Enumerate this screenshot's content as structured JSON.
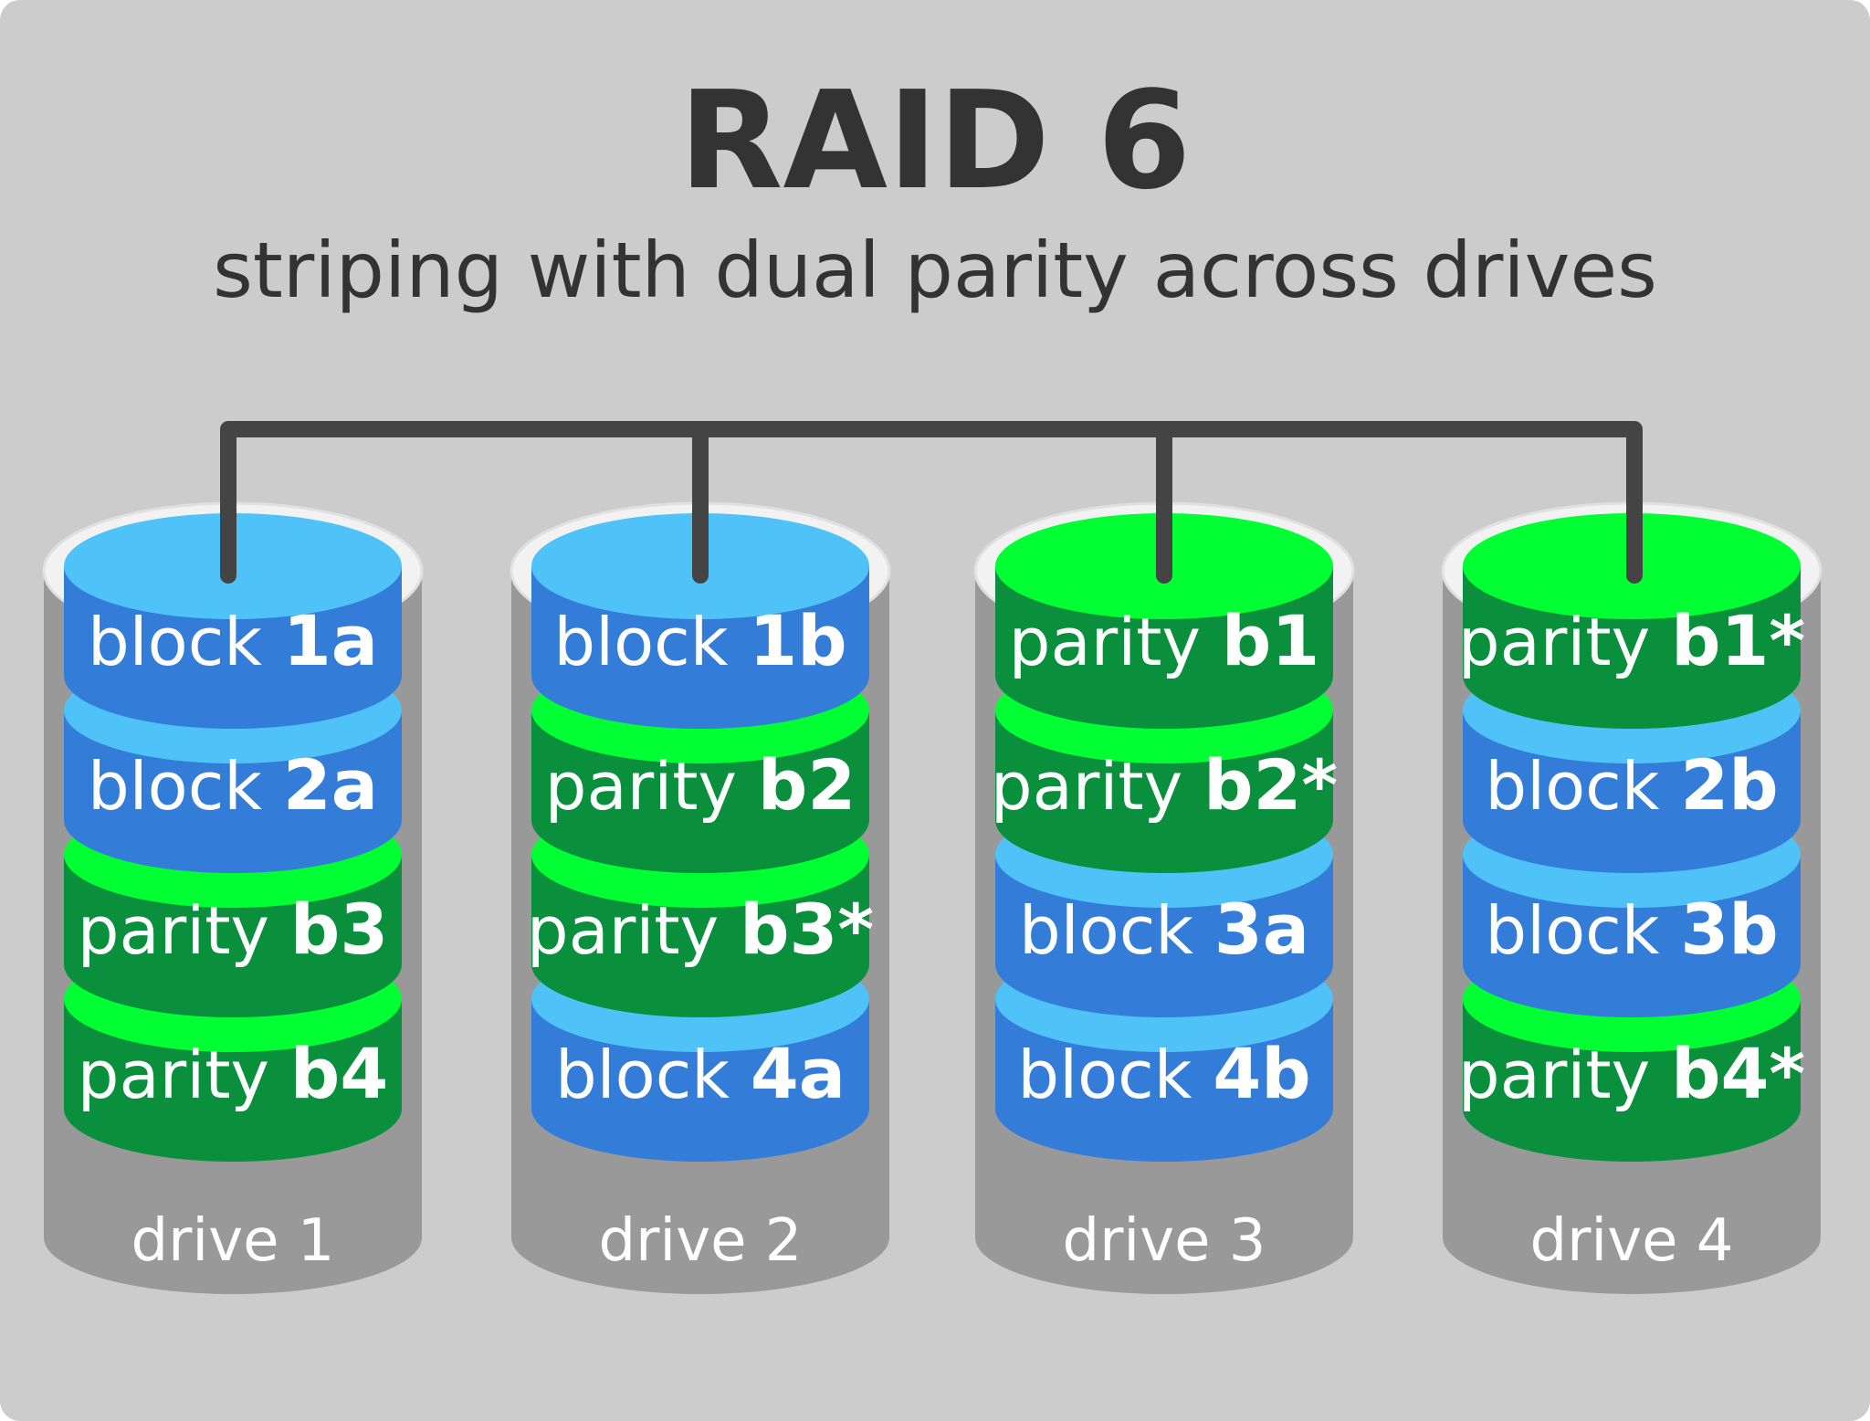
{
  "title": "RAID 6",
  "subtitle": "striping with dual parity across drives",
  "colors": {
    "background": "#cccccc",
    "text": "#333333",
    "bus": "#444444",
    "drive_body": "#999999",
    "drive_rim": "#f2f2f2",
    "block_side": "#337dd9",
    "block_top": "#4fc3f7",
    "parity_side": "#0a8f3c",
    "parity_top": "#00ff33"
  },
  "drives": [
    {
      "label": "drive 1",
      "segments": [
        {
          "type": "block",
          "word": "block",
          "id": "1a"
        },
        {
          "type": "block",
          "word": "block",
          "id": "2a"
        },
        {
          "type": "parity",
          "word": "parity",
          "id": "b3"
        },
        {
          "type": "parity",
          "word": "parity",
          "id": "b4"
        }
      ]
    },
    {
      "label": "drive 2",
      "segments": [
        {
          "type": "block",
          "word": "block",
          "id": "1b"
        },
        {
          "type": "parity",
          "word": "parity",
          "id": "b2"
        },
        {
          "type": "parity",
          "word": "parity",
          "id": "b3*"
        },
        {
          "type": "block",
          "word": "block",
          "id": "4a"
        }
      ]
    },
    {
      "label": "drive 3",
      "segments": [
        {
          "type": "parity",
          "word": "parity",
          "id": "b1"
        },
        {
          "type": "parity",
          "word": "parity",
          "id": "b2*"
        },
        {
          "type": "block",
          "word": "block",
          "id": "3a"
        },
        {
          "type": "block",
          "word": "block",
          "id": "4b"
        }
      ]
    },
    {
      "label": "drive 4",
      "segments": [
        {
          "type": "parity",
          "word": "parity",
          "id": "b1*"
        },
        {
          "type": "block",
          "word": "block",
          "id": "2b"
        },
        {
          "type": "block",
          "word": "block",
          "id": "3b"
        },
        {
          "type": "parity",
          "word": "parity",
          "id": "b4*"
        }
      ]
    }
  ]
}
